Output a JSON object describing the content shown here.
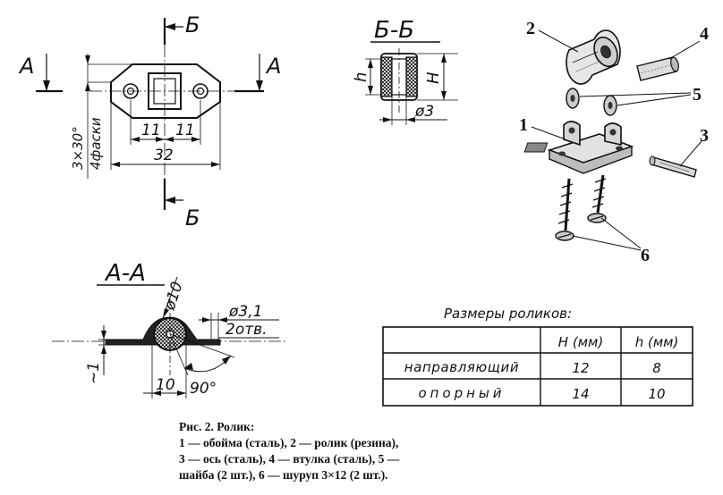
{
  "section_bb": {
    "title": "Б-Б",
    "dim_h": "h",
    "dim_H": "H",
    "dim_d": "ø3"
  },
  "plan_view": {
    "cut_letter_top": "Б",
    "cut_letter_bottom": "Б",
    "cut_letter_left": "А",
    "cut_letter_right": "А",
    "dim_11_left": "11",
    "dim_11_right": "11",
    "dim_32": "32",
    "chamfer_a": "3×30°",
    "chamfer_b": "4фаски"
  },
  "section_aa": {
    "title": "А-А",
    "dim_d10": "ø10",
    "dim_d31": "ø3,1",
    "dim_holes": "2отв.",
    "dim_1": "~1",
    "dim_10": "10",
    "dim_90": "90°"
  },
  "iso_parts": {
    "n1": "1",
    "n2": "2",
    "n3": "3",
    "n4": "4",
    "n5": "5",
    "n6": "6"
  },
  "sizes_table": {
    "title": "Размеры роликов:",
    "headers": [
      "",
      "H (мм)",
      "h (мм)"
    ],
    "rows": [
      {
        "name": "направляющий",
        "H": "12",
        "h": "8"
      },
      {
        "name": "опорный",
        "H": "14",
        "h": "10"
      }
    ]
  },
  "caption": {
    "title": "Рис. 2. Ролик:",
    "lines": [
      "1 — обойма (сталь), 2 — ролик (резина),",
      "3 — ось (сталь), 4 — втулка (сталь), 5 —",
      "шайба (2 шт.), 6 — шуруп 3×12 (2 шт.)."
    ]
  }
}
